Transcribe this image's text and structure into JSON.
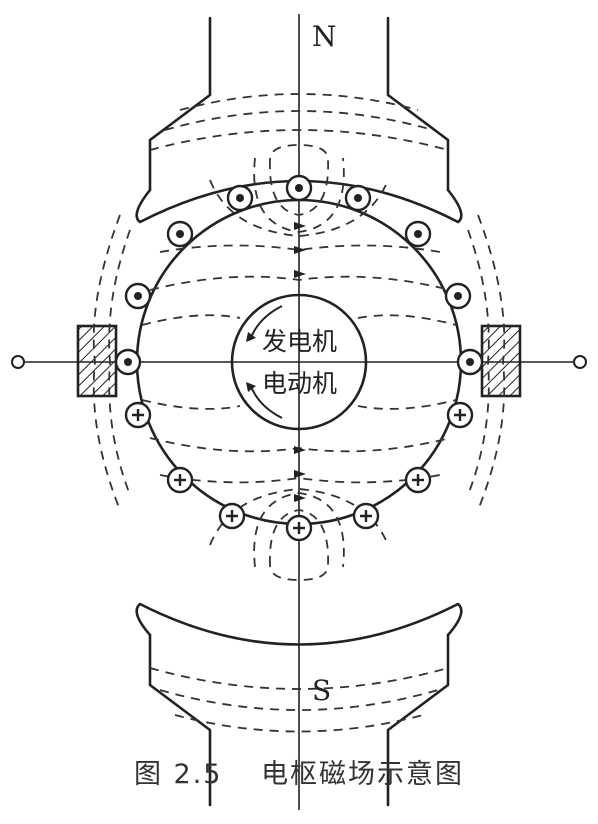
{
  "labels": {
    "north": "N",
    "south": "S",
    "generator": "发电机",
    "motor": "电动机"
  },
  "caption": {
    "number": "图 2.5",
    "title": "电枢磁场示意图"
  },
  "conductors": {
    "upper_symbol": "dot",
    "lower_symbol": "cross"
  }
}
